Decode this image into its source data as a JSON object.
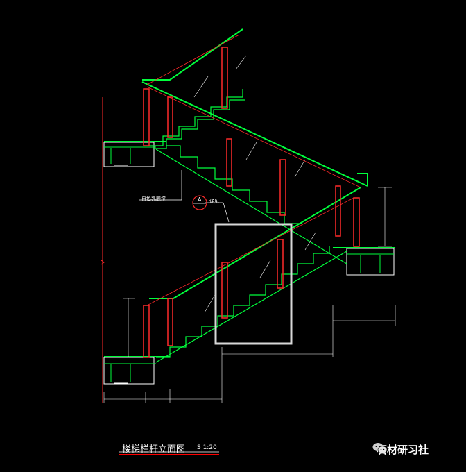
{
  "drawing": {
    "title": "楼梯栏杆立面图",
    "scale": "S 1:20",
    "notes": {
      "handrail_note": "白色乳胶漆",
      "detail_note": "详见"
    },
    "detail_symbol": {
      "top": "A",
      "bottom": "-"
    }
  },
  "watermark": {
    "text": "石材研习社",
    "icon": "wechat-icon"
  },
  "colors": {
    "background": "#000000",
    "handrail": "#00ff3c",
    "post": "#ff2a2a",
    "structure": "#ffffff",
    "highlight_box": "#d8d8d8",
    "underline": "#ff0000"
  }
}
